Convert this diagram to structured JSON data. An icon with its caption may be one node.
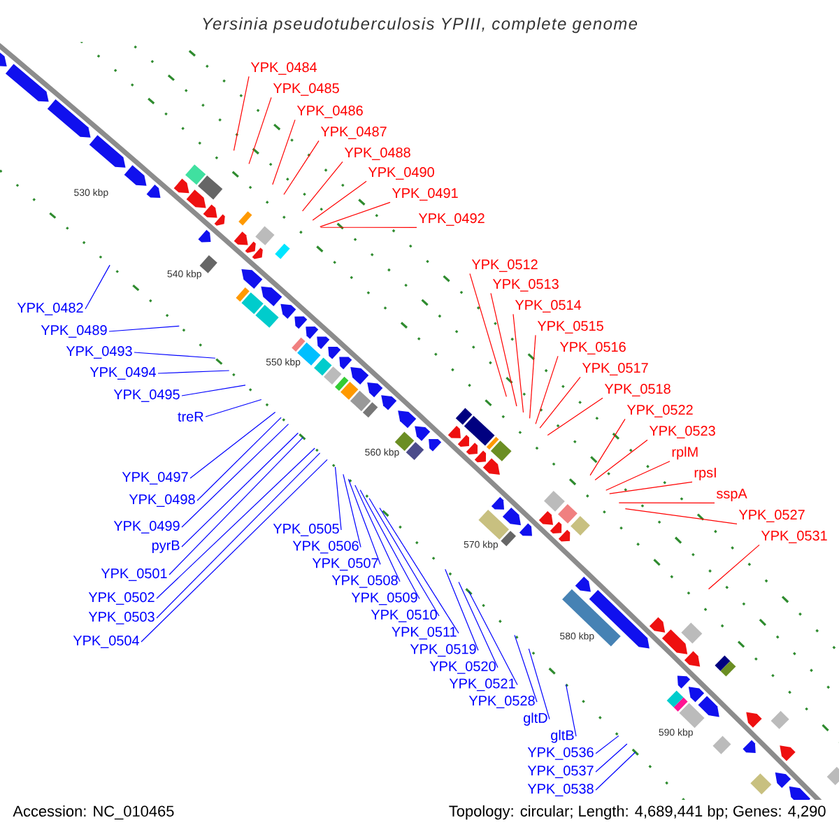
{
  "diagram": {
    "title": "Yersinia pseudotuberculosis YPIII, complete genome",
    "nodes": [
      {
        "text": [
          "YPK_0482"
        ]
      },
      {
        "text": [
          "YPK_0484"
        ]
      },
      {
        "text": [
          "YPK_0485"
        ]
      },
      {
        "text": [
          "YPK_0486"
        ]
      },
      {
        "text": [
          "YPK_0487"
        ]
      },
      {
        "text": [
          "YPK_0488"
        ]
      },
      {
        "text": [
          "YPK_0489"
        ]
      },
      {
        "text": [
          "YPK_0490"
        ]
      },
      {
        "text": [
          "YPK_0491"
        ]
      },
      {
        "text": [
          "YPK_0492"
        ]
      },
      {
        "text": [
          "YPK_0493"
        ]
      },
      {
        "text": [
          "YPK_0494"
        ]
      },
      {
        "text": [
          "YPK_0495"
        ]
      },
      {
        "text": [
          "treR"
        ]
      },
      {
        "text": [
          "YPK_0497"
        ]
      },
      {
        "text": [
          "YPK_0498"
        ]
      },
      {
        "text": [
          "YPK_0499"
        ]
      },
      {
        "text": [
          "pyrB"
        ]
      },
      {
        "text": [
          "YPK_0501"
        ]
      },
      {
        "text": [
          "YPK_0502"
        ]
      },
      {
        "text": [
          "YPK_0503"
        ]
      },
      {
        "text": [
          "YPK_0504"
        ]
      },
      {
        "text": [
          "YPK_0505"
        ]
      },
      {
        "text": [
          "YPK_0506"
        ]
      },
      {
        "text": [
          "YPK_0507"
        ]
      },
      {
        "text": [
          "YPK_0508"
        ]
      },
      {
        "text": [
          "YPK_0509"
        ]
      },
      {
        "text": [
          "YPK_0510"
        ]
      },
      {
        "text": [
          "YPK_0511"
        ]
      },
      {
        "text": [
          "YPK_0512"
        ]
      },
      {
        "text": [
          "YPK_0513"
        ]
      },
      {
        "text": [
          "YPK_0514"
        ]
      },
      {
        "text": [
          "YPK_0515"
        ]
      },
      {
        "text": [
          "YPK_0516"
        ]
      },
      {
        "text": [
          "YPK_0517"
        ]
      },
      {
        "text": [
          "YPK_0518"
        ]
      },
      {
        "text": [
          "YPK_0519"
        ]
      },
      {
        "text": [
          "YPK_0520"
        ]
      },
      {
        "text": [
          "YPK_0521"
        ]
      },
      {
        "text": [
          "YPK_0522"
        ]
      },
      {
        "text": [
          "YPK_0523"
        ]
      },
      {
        "text": [
          "rplM"
        ]
      },
      {
        "text": [
          "rpsI"
        ]
      },
      {
        "text": [
          "sspA"
        ]
      },
      {
        "text": [
          "YPK_0527"
        ]
      },
      {
        "text": [
          "YPK_0528"
        ]
      },
      {
        "text": [
          "gltD"
        ]
      },
      {
        "text": [
          "gltB"
        ]
      },
      {
        "text": [
          "YPK_0531"
        ]
      },
      {
        "text": [
          "YPK_0536"
        ]
      },
      {
        "text": [
          "YPK_0537"
        ]
      },
      {
        "text": [
          "YPK_0538"
        ]
      }
    ],
    "edges": [
      {
        "from": 0,
        "to": null,
        "arrow": "none"
      },
      {
        "from": 1,
        "to": null,
        "arrow": "none",
        "color": "#ff0000"
      },
      {
        "from": 2,
        "to": null,
        "arrow": "none",
        "color": "#ff0000"
      },
      {
        "from": 3,
        "to": null,
        "arrow": "none",
        "color": "#ff0000"
      },
      {
        "from": 4,
        "to": null,
        "arrow": "none",
        "color": "#ff0000"
      },
      {
        "from": 5,
        "to": null,
        "arrow": "none",
        "color": "#ff0000"
      },
      {
        "from": 6,
        "to": null,
        "arrow": "none"
      },
      {
        "from": 7,
        "to": null,
        "arrow": "none",
        "color": "#ff0000"
      },
      {
        "from": 8,
        "to": null,
        "arrow": "none",
        "color": "#ff0000"
      },
      {
        "from": 9,
        "to": null,
        "arrow": "none",
        "color": "#ff0000"
      },
      {
        "from": 10,
        "to": null,
        "arrow": "none"
      },
      {
        "from": 11,
        "to": null,
        "arrow": "none"
      },
      {
        "from": 12,
        "to": null,
        "arrow": "none"
      },
      {
        "from": 13,
        "to": null,
        "arrow": "none"
      },
      {
        "from": 14,
        "to": null,
        "arrow": "none"
      },
      {
        "from": 15,
        "to": null,
        "arrow": "none"
      },
      {
        "from": 16,
        "to": null,
        "arrow": "none"
      },
      {
        "from": 17,
        "to": null,
        "arrow": "none"
      },
      {
        "from": 18,
        "to": null,
        "arrow": "none"
      },
      {
        "from": 19,
        "to": null,
        "arrow": "none"
      },
      {
        "from": 20,
        "to": null,
        "arrow": "none"
      },
      {
        "from": 21,
        "to": null,
        "arrow": "none"
      },
      {
        "from": 22,
        "to": null,
        "arrow": "none"
      },
      {
        "from": 23,
        "to": null,
        "arrow": "none"
      },
      {
        "from": 24,
        "to": null,
        "arrow": "none"
      },
      {
        "from": 25,
        "to": null,
        "arrow": "none"
      },
      {
        "from": 26,
        "to": null,
        "arrow": "none"
      },
      {
        "from": 27,
        "to": null,
        "arrow": "none"
      },
      {
        "from": 28,
        "to": null,
        "arrow": "none"
      },
      {
        "from": 29,
        "to": null,
        "arrow": "none",
        "color": "#ff0000"
      },
      {
        "from": 30,
        "to": null,
        "arrow": "none",
        "color": "#ff0000"
      },
      {
        "from": 31,
        "to": null,
        "arrow": "none",
        "color": "#ff0000"
      },
      {
        "from": 32,
        "to": null,
        "arrow": "none",
        "color": "#ff0000"
      },
      {
        "from": 33,
        "to": null,
        "arrow": "none",
        "color": "#ff0000"
      },
      {
        "from": 34,
        "to": null,
        "arrow": "none",
        "color": "#ff0000"
      },
      {
        "from": 35,
        "to": null,
        "arrow": "none",
        "color": "#ff0000"
      },
      {
        "from": 36,
        "to": null,
        "arrow": "none"
      },
      {
        "from": 37,
        "to": null,
        "arrow": "none"
      },
      {
        "from": 38,
        "to": null,
        "arrow": "none"
      },
      {
        "from": 39,
        "to": null,
        "arrow": "none",
        "color": "#ff0000"
      },
      {
        "from": 40,
        "to": null,
        "arrow": "none",
        "color": "#ff0000"
      },
      {
        "from": 41,
        "to": null,
        "arrow": "none",
        "color": "#ff0000"
      },
      {
        "from": 42,
        "to": null,
        "arrow": "none",
        "color": "#ff0000"
      },
      {
        "from": 43,
        "to": null,
        "arrow": "none",
        "color": "#ff0000"
      },
      {
        "from": 44,
        "to": null,
        "arrow": "none",
        "color": "#ff0000"
      },
      {
        "from": 45,
        "to": null,
        "arrow": "none"
      },
      {
        "from": 46,
        "to": null,
        "arrow": "none"
      },
      {
        "from": 47,
        "to": null,
        "arrow": "none"
      },
      {
        "from": 48,
        "to": null,
        "arrow": "none",
        "color": "#ff0000"
      },
      {
        "from": 49,
        "to": null,
        "arrow": "none"
      },
      {
        "from": 50,
        "to": null,
        "arrow": "none"
      },
      {
        "from": 51,
        "to": null,
        "arrow": "none"
      }
    ],
    "labels": [
      "530 kbp",
      "540 kbp",
      "550 kbp",
      "560 kbp",
      "570 kbp",
      "580 kbp",
      "590 kbp",
      "Accession: NC_010465",
      "Topology: circular; Length: 4,689,441 bp; Genes: 4,290"
    ]
  }
}
